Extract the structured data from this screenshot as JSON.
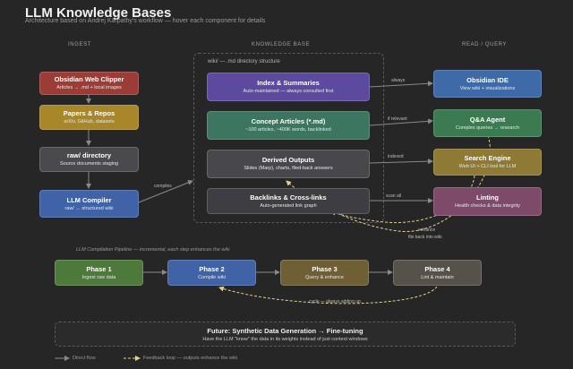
{
  "header": {
    "title": "LLM Knowledge Bases",
    "subtitle": "Architecture based on Andrej Karpathy's workflow — hover each component for details"
  },
  "columns": {
    "ingest": "INGEST",
    "knowledge_base": "KNOWLEDGE BASE",
    "read_query": "READ / QUERY"
  },
  "kb_frame_label": "wiki/ — .md directory structure",
  "ingest": [
    {
      "title": "Obsidian Web Clipper",
      "sub": "Articles → .md + local images",
      "color": "#9b3d36"
    },
    {
      "title": "Papers & Repos",
      "sub": "arXiv, GitHub, datasets",
      "color": "#a8862a"
    },
    {
      "title": "raw/ directory",
      "sub": "Source documents staging",
      "color": "#4a4a4e"
    },
    {
      "title": "LLM Compiler",
      "sub": "raw/ → structured wiki",
      "color": "#3f63a6"
    }
  ],
  "knowledge_base": [
    {
      "title": "Index & Summaries",
      "sub": "Auto-maintained — always consulted first",
      "color": "#5c4a9e"
    },
    {
      "title": "Concept Articles (*.md)",
      "sub": "~100 articles, ~400K words, backlinked",
      "color": "#3c7560"
    },
    {
      "title": "Derived Outputs",
      "sub": "Slides (Marp), charts, filed-back answers",
      "color": "#48484c"
    },
    {
      "title": "Backlinks & Cross-links",
      "sub": "Auto-generated link graph",
      "color": "#3e3e42"
    }
  ],
  "read_query": [
    {
      "title": "Obsidian IDE",
      "sub": "View wiki + visualizations",
      "color": "#3f6aa8"
    },
    {
      "title": "Q&A Agent",
      "sub": "Complex queries → research",
      "color": "#3c7a52"
    },
    {
      "title": "Search Engine",
      "sub": "Web UI + CLI tool for LLM",
      "color": "#8e7a35"
    },
    {
      "title": "Linting",
      "sub": "Health checks & data integrity",
      "color": "#7d4a6a"
    }
  ],
  "edge_labels": {
    "compiles": "compiles",
    "always": "always",
    "if_relevant": "if relevant",
    "indexed": "indexed",
    "scan_all": "scan all",
    "enhance": "enhance",
    "file_back": "file back into wiki"
  },
  "pipeline": {
    "label": "LLM Compilation Pipeline — incremental, each step enhances the wiki",
    "phases": [
      {
        "title": "Phase 1",
        "sub": "Ingest raw data",
        "color": "#4d7a3a"
      },
      {
        "title": "Phase 2",
        "sub": "Compile wiki",
        "color": "#3f63a6"
      },
      {
        "title": "Phase 3",
        "sub": "Query & enhance",
        "color": "#6e5f35"
      },
      {
        "title": "Phase 4",
        "sub": "Lint & maintain",
        "color": "#56524a"
      }
    ],
    "cycle_label": "cycle — always adding up"
  },
  "future": {
    "title": "Future: Synthetic Data Generation → Fine-tuning",
    "sub": "Have the LLM \"know\" the data in its weights instead of just context windows"
  },
  "legend": {
    "direct": "Direct flow",
    "feedback": "Feedback loop — outputs enhance the wiki"
  }
}
